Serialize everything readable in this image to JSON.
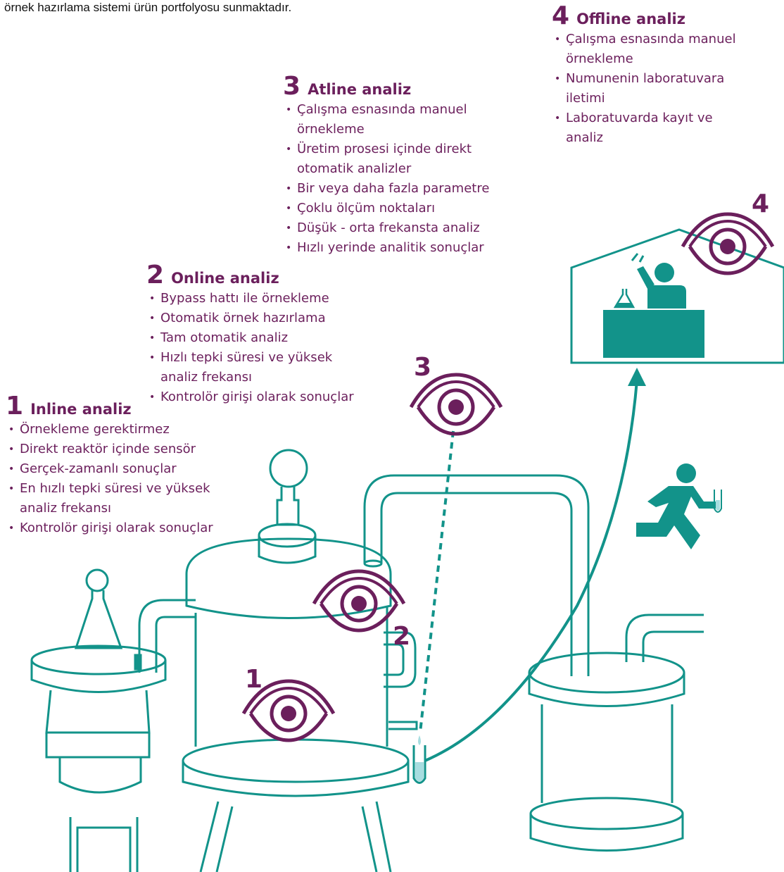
{
  "intro_text": "örnek hazırlama sistemi ürün portfolyosu sunmaktadır.",
  "colors": {
    "accent": "#6b1f5c",
    "teal": "#12938a",
    "line": "#12938a"
  },
  "sections": [
    {
      "num": "1",
      "title": "Inline analiz",
      "items": [
        "Örnekleme gerektirmez",
        "Direkt reaktör içinde sensör",
        "Gerçek-zamanlı sonuçlar",
        "En hızlı tepki süresi ve yüksek analiz frekansı",
        "Kontrolör girişi olarak sonuçlar"
      ]
    },
    {
      "num": "2",
      "title": "Online analiz",
      "items": [
        "Bypass hattı ile örnekleme",
        "Otomatik örnek hazırlama",
        "Tam otomatik analiz",
        "Hızlı tepki süresi ve yüksek analiz frekansı",
        "Kontrolör girişi olarak sonuçlar"
      ]
    },
    {
      "num": "3",
      "title": "Atline analiz",
      "items": [
        "Çalışma esnasında manuel örnekleme",
        "Üretim prosesi içinde direkt otomatik analizler",
        "Bir veya daha fazla parametre",
        "Çoklu ölçüm noktaları",
        "Düşük - orta frekansta analiz",
        "Hızlı yerinde analitik sonuçlar"
      ]
    },
    {
      "num": "4",
      "title": "Offline analiz",
      "items": [
        "Çalışma esnasında manuel örnekleme",
        "Numunenin laboratuvara iletimi",
        "Laboratuvarda kayıt ve analiz"
      ]
    }
  ],
  "diagram_labels": {
    "one": "1",
    "two": "2",
    "three": "3",
    "four": "4"
  }
}
